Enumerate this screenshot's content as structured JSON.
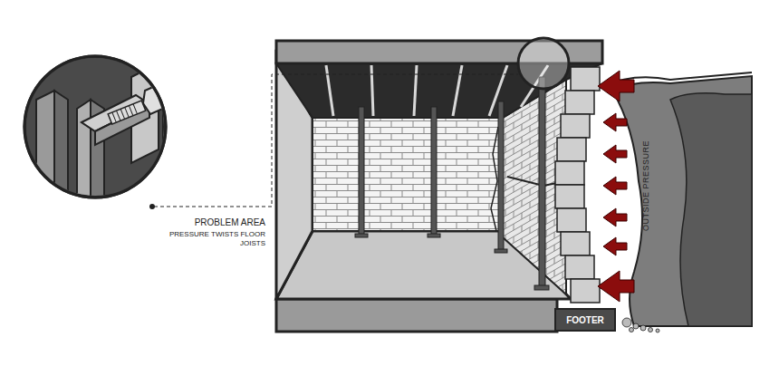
{
  "diagram": {
    "nodes": [
      {
        "text": [
          "FOOTER"
        ]
      }
    ],
    "labels": [
      "PROBLEM AREA",
      "PRESSURE TWISTS FLOOR JOISTS",
      "OUTSIDE PRESSURE"
    ]
  }
}
